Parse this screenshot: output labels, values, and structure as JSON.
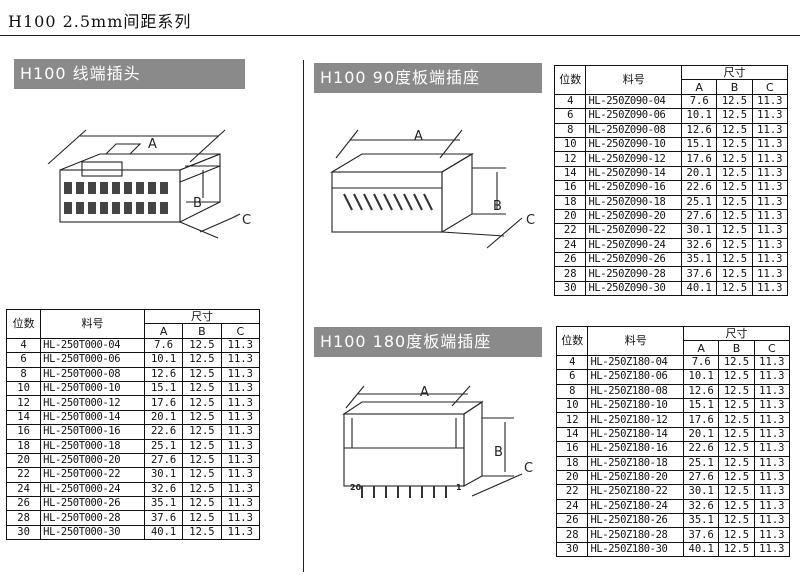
{
  "page_title": "H100  2.5mm间距系列",
  "sections": {
    "wire_plug": {
      "title": "H100 线端插头"
    },
    "board_90": {
      "title": "H100 90度板端插座"
    },
    "board_180": {
      "title": "H100 180度板端插座"
    }
  },
  "table_header": {
    "positions": "位数",
    "part_no": "料号",
    "size": "尺寸",
    "a": "A",
    "b": "B",
    "c": "C"
  },
  "dim_labels": {
    "a": "A",
    "b": "B",
    "c": "C"
  },
  "pin_marks": {
    "left": "20",
    "right": "1"
  },
  "tables": {
    "wire_plug": [
      [
        "4",
        "HL-250T000-04",
        "7.6",
        "12.5",
        "11.3"
      ],
      [
        "6",
        "HL-250T000-06",
        "10.1",
        "12.5",
        "11.3"
      ],
      [
        "8",
        "HL-250T000-08",
        "12.6",
        "12.5",
        "11.3"
      ],
      [
        "10",
        "HL-250T000-10",
        "15.1",
        "12.5",
        "11.3"
      ],
      [
        "12",
        "HL-250T000-12",
        "17.6",
        "12.5",
        "11.3"
      ],
      [
        "14",
        "HL-250T000-14",
        "20.1",
        "12.5",
        "11.3"
      ],
      [
        "16",
        "HL-250T000-16",
        "22.6",
        "12.5",
        "11.3"
      ],
      [
        "18",
        "HL-250T000-18",
        "25.1",
        "12.5",
        "11.3"
      ],
      [
        "20",
        "HL-250T000-20",
        "27.6",
        "12.5",
        "11.3"
      ],
      [
        "22",
        "HL-250T000-22",
        "30.1",
        "12.5",
        "11.3"
      ],
      [
        "24",
        "HL-250T000-24",
        "32.6",
        "12.5",
        "11.3"
      ],
      [
        "26",
        "HL-250T000-26",
        "35.1",
        "12.5",
        "11.3"
      ],
      [
        "28",
        "HL-250T000-28",
        "37.6",
        "12.5",
        "11.3"
      ],
      [
        "30",
        "HL-250T000-30",
        "40.1",
        "12.5",
        "11.3"
      ]
    ],
    "board_90": [
      [
        "4",
        "HL-250Z090-04",
        "7.6",
        "12.5",
        "11.3"
      ],
      [
        "6",
        "HL-250Z090-06",
        "10.1",
        "12.5",
        "11.3"
      ],
      [
        "8",
        "HL-250Z090-08",
        "12.6",
        "12.5",
        "11.3"
      ],
      [
        "10",
        "HL-250Z090-10",
        "15.1",
        "12.5",
        "11.3"
      ],
      [
        "12",
        "HL-250Z090-12",
        "17.6",
        "12.5",
        "11.3"
      ],
      [
        "14",
        "HL-250Z090-14",
        "20.1",
        "12.5",
        "11.3"
      ],
      [
        "16",
        "HL-250Z090-16",
        "22.6",
        "12.5",
        "11.3"
      ],
      [
        "18",
        "HL-250Z090-18",
        "25.1",
        "12.5",
        "11.3"
      ],
      [
        "20",
        "HL-250Z090-20",
        "27.6",
        "12.5",
        "11.3"
      ],
      [
        "22",
        "HL-250Z090-22",
        "30.1",
        "12.5",
        "11.3"
      ],
      [
        "24",
        "HL-250Z090-24",
        "32.6",
        "12.5",
        "11.3"
      ],
      [
        "26",
        "HL-250Z090-26",
        "35.1",
        "12.5",
        "11.3"
      ],
      [
        "28",
        "HL-250Z090-28",
        "37.6",
        "12.5",
        "11.3"
      ],
      [
        "30",
        "HL-250Z090-30",
        "40.1",
        "12.5",
        "11.3"
      ]
    ],
    "board_180": [
      [
        "4",
        "HL-250Z180-04",
        "7.6",
        "12.5",
        "11.3"
      ],
      [
        "6",
        "HL-250Z180-06",
        "10.1",
        "12.5",
        "11.3"
      ],
      [
        "8",
        "HL-250Z180-08",
        "12.6",
        "12.5",
        "11.3"
      ],
      [
        "10",
        "HL-250Z180-10",
        "15.1",
        "12.5",
        "11.3"
      ],
      [
        "12",
        "HL-250Z180-12",
        "17.6",
        "12.5",
        "11.3"
      ],
      [
        "14",
        "HL-250Z180-14",
        "20.1",
        "12.5",
        "11.3"
      ],
      [
        "16",
        "HL-250Z180-16",
        "22.6",
        "12.5",
        "11.3"
      ],
      [
        "18",
        "HL-250Z180-18",
        "25.1",
        "12.5",
        "11.3"
      ],
      [
        "20",
        "HL-250Z180-20",
        "27.6",
        "12.5",
        "11.3"
      ],
      [
        "22",
        "HL-250Z180-22",
        "30.1",
        "12.5",
        "11.3"
      ],
      [
        "24",
        "HL-250Z180-24",
        "32.6",
        "12.5",
        "11.3"
      ],
      [
        "26",
        "HL-250Z180-26",
        "35.1",
        "12.5",
        "11.3"
      ],
      [
        "28",
        "HL-250Z180-28",
        "37.6",
        "12.5",
        "11.3"
      ],
      [
        "30",
        "HL-250Z180-30",
        "40.1",
        "12.5",
        "11.3"
      ]
    ]
  }
}
